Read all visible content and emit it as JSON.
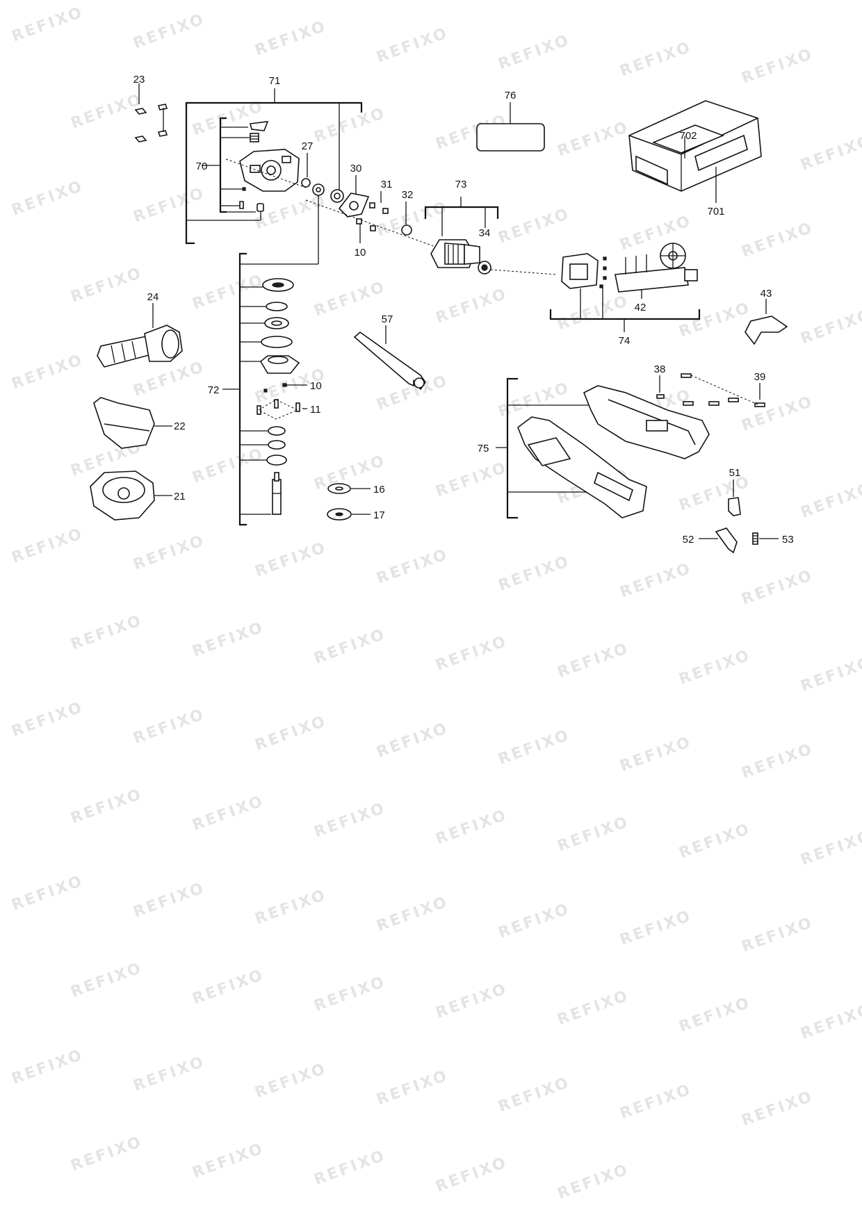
{
  "watermark": {
    "text": "REFIXO",
    "color": "#e4e4e4"
  },
  "callouts": {
    "c23": "23",
    "c71": "71",
    "c70": "70",
    "c27": "27",
    "c30": "30",
    "c31": "31",
    "c32": "32",
    "c10a": "10",
    "c73": "73",
    "c34": "34",
    "c76": "76",
    "c702": "702",
    "c701": "701",
    "c74": "74",
    "c42": "42",
    "c43": "43",
    "c24": "24",
    "c22": "22",
    "c21": "21",
    "c72": "72",
    "c10b": "10",
    "c11": "11",
    "c16": "16",
    "c17": "17",
    "c57": "57",
    "c38": "38",
    "c39": "39",
    "c75": "75",
    "c51": "51",
    "c52": "52",
    "c53": "53"
  }
}
